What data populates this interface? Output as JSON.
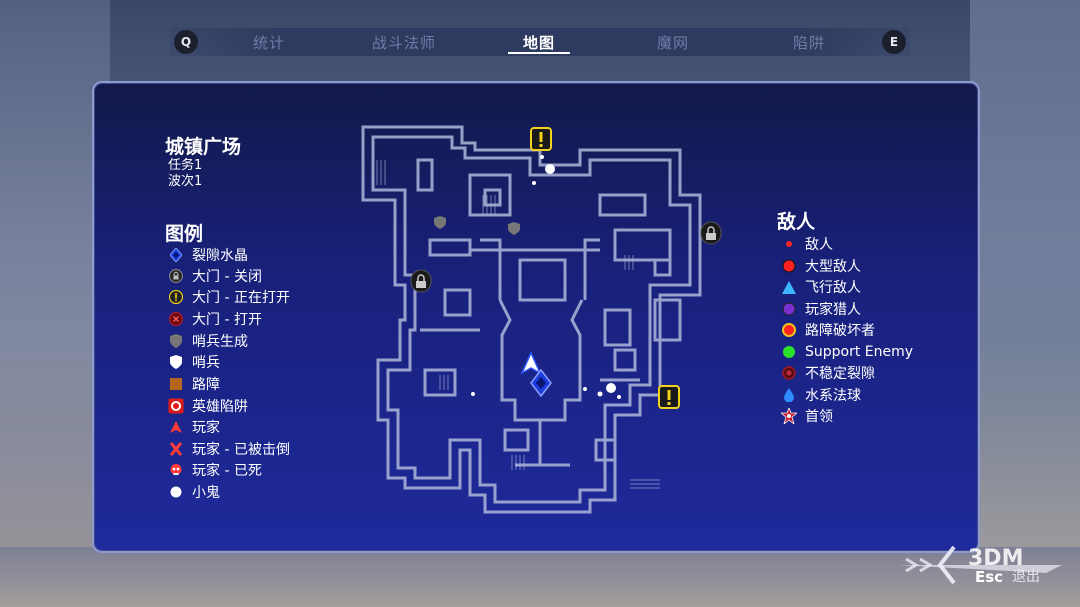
{
  "tabs": {
    "left_key": "Q",
    "right_key": "E",
    "items": [
      "统计",
      "战斗法师",
      "地图",
      "魔网",
      "陷阱"
    ],
    "active": "地图"
  },
  "location": {
    "name": "城镇广场",
    "mission": "任务1",
    "wave": "波次1"
  },
  "legend": {
    "title": "图例",
    "items": [
      {
        "label": "裂隙水晶",
        "icon": "rift-crystal-icon"
      },
      {
        "label": "大门 - 关闭",
        "icon": "gate-closed-icon"
      },
      {
        "label": "大门 - 正在打开",
        "icon": "gate-opening-icon"
      },
      {
        "label": "大门 - 打开",
        "icon": "gate-open-icon"
      },
      {
        "label": "哨兵生成",
        "icon": "sentry-spawn-icon"
      },
      {
        "label": "哨兵",
        "icon": "sentry-icon"
      },
      {
        "label": "路障",
        "icon": "barricade-icon"
      },
      {
        "label": "英雄陷阱",
        "icon": "hero-trap-icon"
      },
      {
        "label": "玩家",
        "icon": "player-icon"
      },
      {
        "label": "玩家 - 已被击倒",
        "icon": "player-downed-icon"
      },
      {
        "label": "玩家 - 已死",
        "icon": "player-dead-icon"
      },
      {
        "label": "小鬼",
        "icon": "imp-icon"
      }
    ]
  },
  "enemies": {
    "title": "敌人",
    "items": [
      {
        "label": "敌人",
        "icon": "enemy-dot-icon"
      },
      {
        "label": "大型敌人",
        "icon": "large-enemy-icon"
      },
      {
        "label": "飞行敌人",
        "icon": "flying-enemy-icon"
      },
      {
        "label": "玩家猎人",
        "icon": "player-hunter-icon"
      },
      {
        "label": "路障破坏者",
        "icon": "barricade-breaker-icon"
      },
      {
        "label": "Support Enemy",
        "icon": "support-enemy-icon"
      },
      {
        "label": "不稳定裂隙",
        "icon": "unstable-rift-icon"
      },
      {
        "label": "水系法球",
        "icon": "water-orb-icon"
      },
      {
        "label": "首领",
        "icon": "boss-icon"
      }
    ]
  },
  "footer": {
    "key": "Esc",
    "label": "退出",
    "watermark": "3DM"
  },
  "colors": {
    "panel": "#18207a",
    "map_wall": "#a9b3d6",
    "warning_yellow": "#f2d21a",
    "enemy_red": "#ff2222",
    "flying_blue": "#3fb7ff",
    "hunter_purple": "#7a2fd0",
    "support_green": "#2be02b"
  }
}
